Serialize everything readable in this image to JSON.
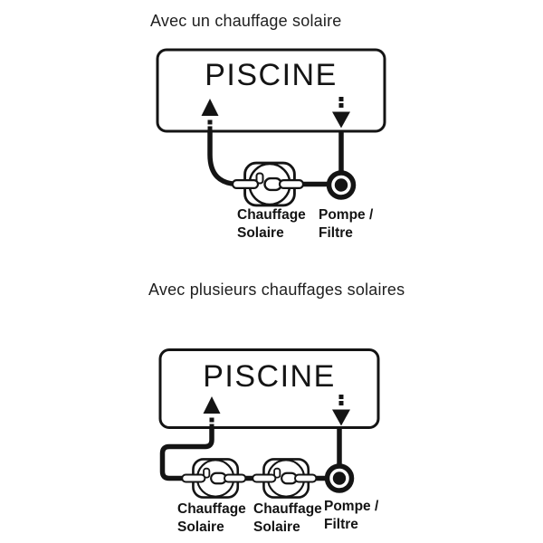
{
  "page": {
    "background_color": "#ffffff",
    "ink_color": "#141414"
  },
  "icons": {
    "solar_heater_icon": "rounded-square-with-circle-and-pipe-stubs",
    "pump_filter_icon": "thick-ring-with-black-center-dot",
    "flow_up_arrow_icon": "solid-triangle-up-with-dotted-tail",
    "flow_down_arrow_icon": "solid-triangle-down-with-dotted-tail"
  },
  "diagrams": [
    {
      "title": "Avec un chauffage solaire",
      "pool_label": "PISCINE",
      "components": [
        {
          "type": "solar-heater",
          "label_line1": "Chauffage",
          "label_line2": "Solaire"
        },
        {
          "type": "pump-filter",
          "label_line1": "Pompe /",
          "label_line2": "Filtre"
        }
      ]
    },
    {
      "title": "Avec plusieurs chauffages solaires",
      "pool_label": "PISCINE",
      "components": [
        {
          "type": "solar-heater",
          "label_line1": "Chauffage",
          "label_line2": "Solaire"
        },
        {
          "type": "solar-heater",
          "label_line1": "Chauffage",
          "label_line2": "Solaire"
        },
        {
          "type": "pump-filter",
          "label_line1": "Pompe /",
          "label_line2": "Filtre"
        }
      ]
    }
  ]
}
